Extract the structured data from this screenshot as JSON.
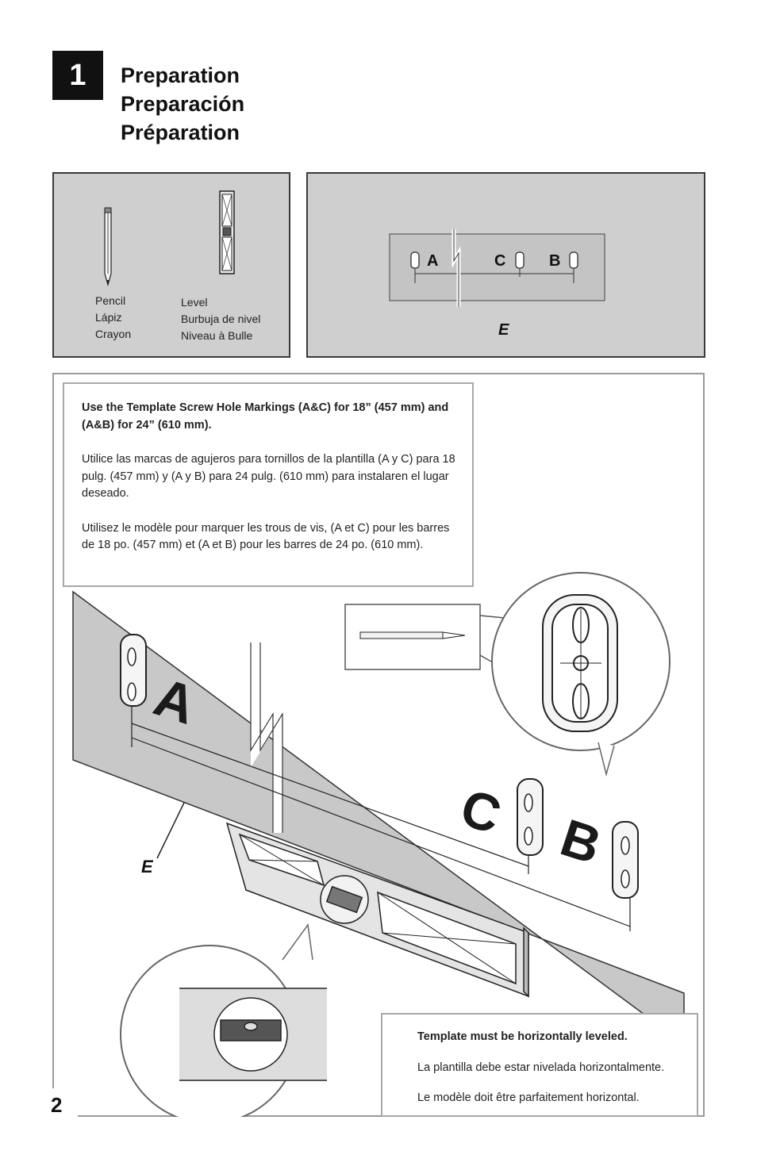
{
  "step": {
    "number": "1"
  },
  "title": {
    "en": "Preparation",
    "es": "Preparación",
    "fr": "Préparation"
  },
  "tools": {
    "pencil": {
      "en": "Pencil",
      "es": "Lápiz",
      "fr": "Crayon"
    },
    "level": {
      "en": "Level",
      "es": "Burbuja de nivel",
      "fr": "Niveau à Bulle"
    }
  },
  "template_panel": {
    "marks": [
      "A",
      "C",
      "B"
    ],
    "label": "E"
  },
  "instructions": {
    "en": "Use the Template Screw Hole Markings (A&C) for 18” (457 mm) and (A&B) for 24” (610 mm).",
    "es": "Utilice las marcas de agujeros para tornillos de la plantilla (A y C) para 18 pulg. (457 mm) y (A y B) para 24 pulg. (610 mm)  para instalaren el lugar deseado.",
    "fr": "Utilisez le modèle pour marquer les trous de vis, (A et C) pour les barres de 18 po. (457 mm) et (A et B) pour les barres de 24 po. (610 mm)."
  },
  "diagram": {
    "mark_a": "A",
    "mark_c": "C",
    "mark_b": "B",
    "template_label": "E"
  },
  "level_note": {
    "en": "Template must be horizontally leveled.",
    "es": "La plantilla debe estar nivelada horizontalmente.",
    "fr": "Le modèle doit être parfaitement horizontal."
  },
  "page_number": "2",
  "colors": {
    "panel_grey": "#cfcfcf",
    "template_grey": "#c4c4c4",
    "ink": "#111111"
  }
}
